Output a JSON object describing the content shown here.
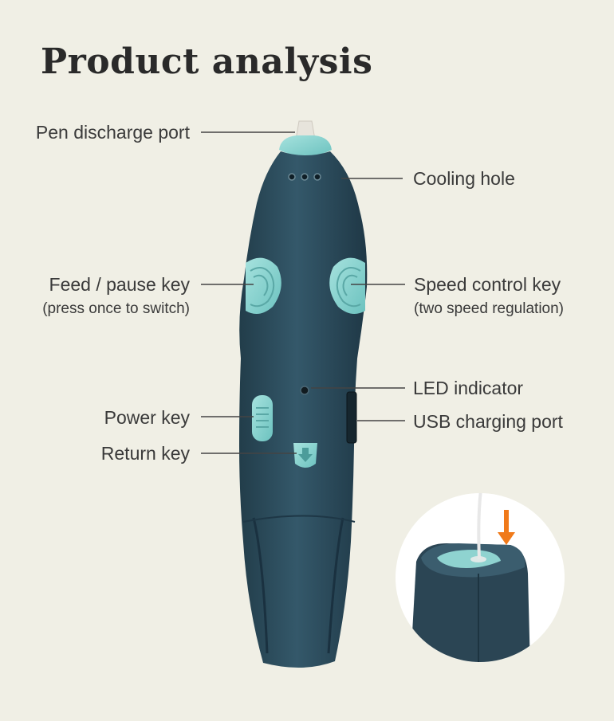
{
  "title": "Product analysis",
  "labels": {
    "pen_discharge_port": "Pen discharge port",
    "cooling_hole": "Cooling hole",
    "feed_pause_key": "Feed / pause key",
    "feed_pause_key_note": "(press once to switch)",
    "speed_control_key": "Speed control key",
    "speed_control_key_note": "(two speed regulation)",
    "led_indicator": "LED indicator",
    "usb_charging_port": "USB charging port",
    "power_key": "Power key",
    "return_key": "Return key"
  },
  "colors": {
    "background": "#f0efe5",
    "pen_body": "#2d4b5a",
    "accent_teal": "#8fd3d0",
    "arrow_orange": "#f07a1a"
  }
}
